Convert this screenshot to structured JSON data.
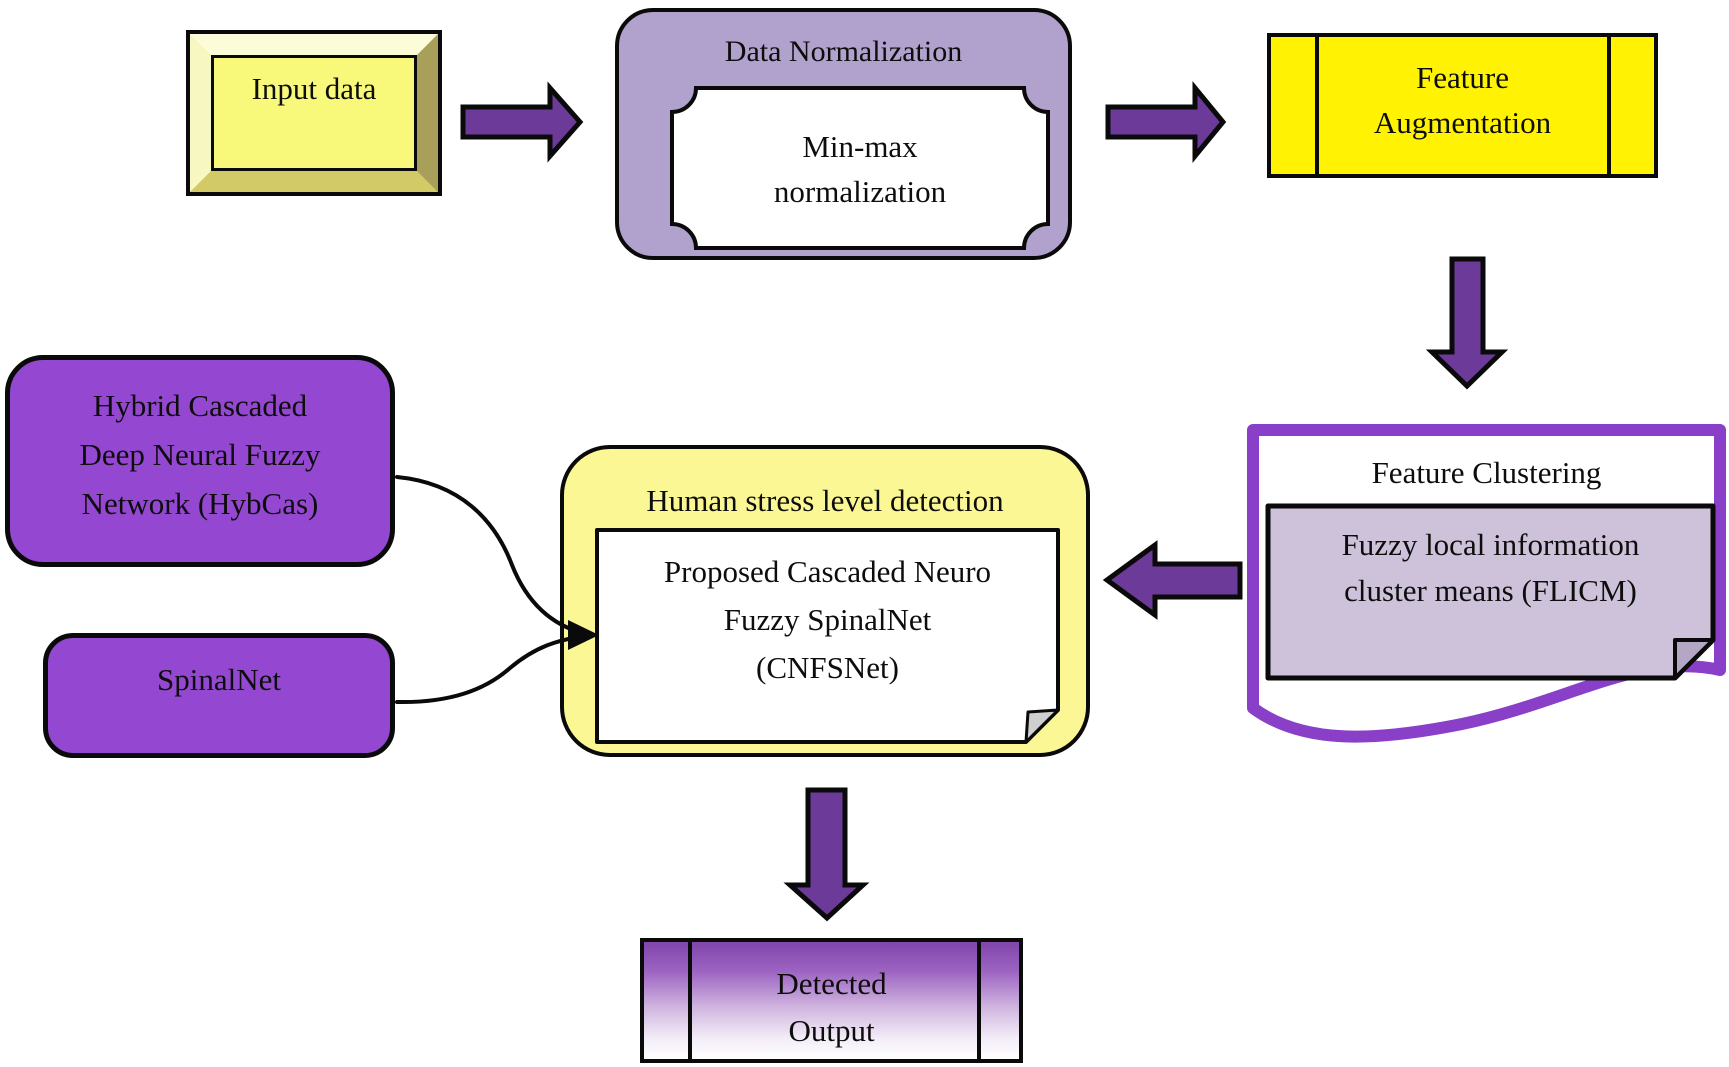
{
  "colors": {
    "arrow_purple": "#6c3a99",
    "node_purple": "#9447d0",
    "lavender": "#b0a2cc",
    "note_lavender": "#cdc2da",
    "fold_lavender": "#b4a7c6",
    "bright_yellow": "#fff203",
    "pale_yellow": "#fbf795",
    "frame_yellow": "#f8f87b",
    "doc_border_purple": "#8a3fc8",
    "fold_gray": "#cfcfcf",
    "line_black": "#0a0a0a",
    "gradient_top_purple": "#8145ac",
    "white": "#ffffff"
  },
  "nodes": {
    "input_data": {
      "label": "Input data"
    },
    "data_normalization": {
      "title": "Data Normalization",
      "method_lines": [
        "Min-max",
        "normalization"
      ]
    },
    "feature_augmentation": {
      "lines": [
        "Feature",
        "Augmentation"
      ]
    },
    "feature_clustering": {
      "title": "Feature Clustering",
      "method_lines": [
        "Fuzzy local information",
        "cluster means (FLICM)"
      ]
    },
    "stress_detection": {
      "title": "Human stress level detection",
      "method_lines": [
        "Proposed Cascaded Neuro",
        "Fuzzy SpinalNet",
        "(CNFSNet)"
      ]
    },
    "hybcas": {
      "lines": [
        "Hybrid Cascaded",
        "Deep Neural Fuzzy",
        "Network (HybCas)"
      ]
    },
    "spinalnet": {
      "label": "SpinalNet"
    },
    "detected_output": {
      "lines": [
        "Detected",
        "Output"
      ]
    }
  }
}
